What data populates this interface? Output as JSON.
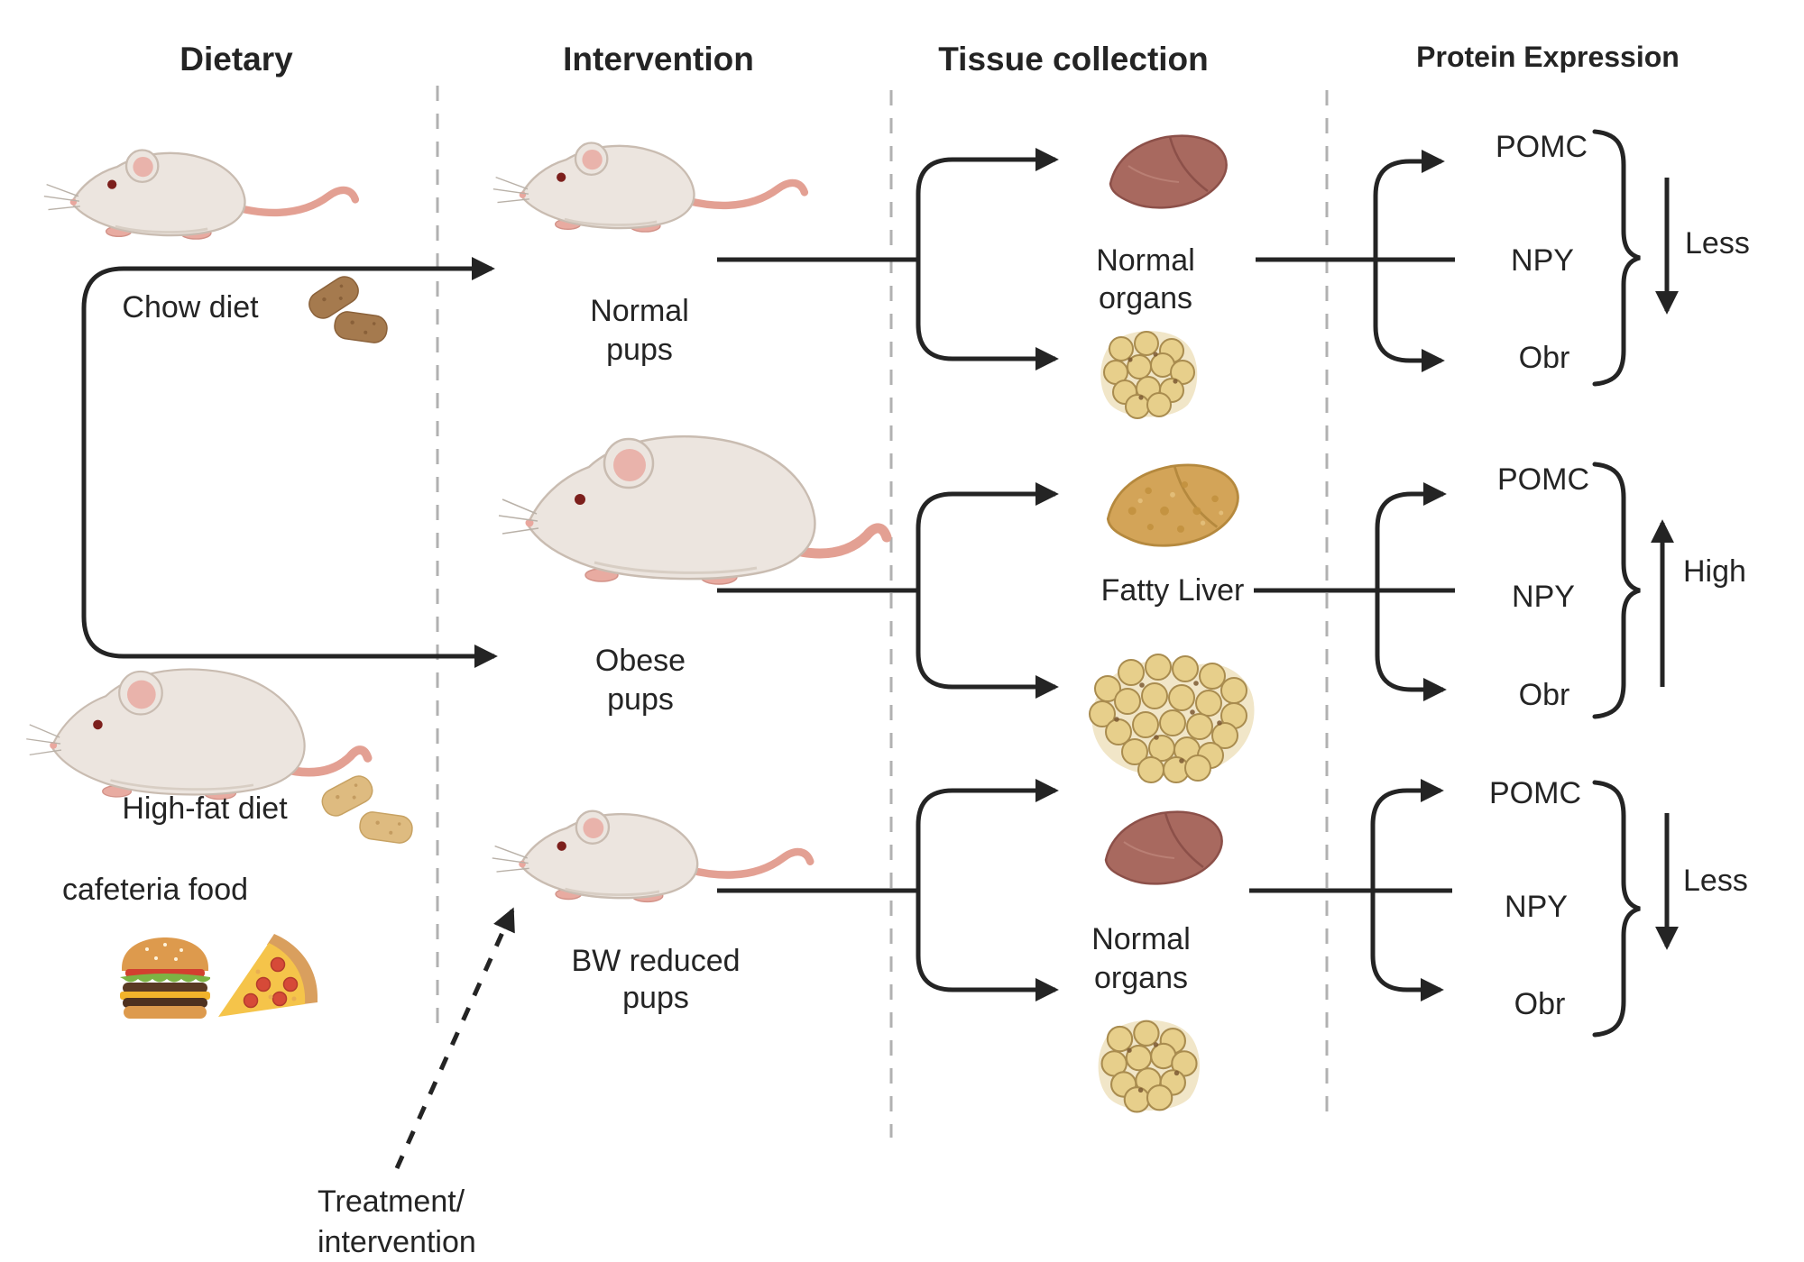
{
  "header": {
    "col1": "Dietary",
    "col2": "Intervention",
    "col3": "Tissue collection",
    "col4": "Protein Expression"
  },
  "dietary": {
    "chow_label": "Chow diet",
    "highfat_label": "High-fat diet",
    "cafeteria_label": "cafeteria food"
  },
  "intervention": {
    "row1": [
      "Normal",
      "pups"
    ],
    "row2": [
      "Obese",
      "pups"
    ],
    "row3": [
      "BW reduced",
      "pups"
    ],
    "treatment_note": [
      "Treatment/",
      "intervention"
    ]
  },
  "tissue": {
    "row1": [
      "Normal",
      "organs"
    ],
    "row2": "Fatty Liver",
    "row3": [
      "Normal",
      "organs"
    ]
  },
  "protein": {
    "row1": {
      "p1": "POMC",
      "p2": "NPY",
      "p3": "Obr",
      "change": "Less",
      "direction": "down"
    },
    "row2": {
      "p1": "POMC",
      "p2": "NPY",
      "p3": "Obr",
      "change": "High",
      "direction": "up"
    },
    "row3": {
      "p1": "POMC",
      "p2": "NPY",
      "p3": "Obr",
      "change": "Less",
      "direction": "down"
    }
  },
  "icons": {
    "mice": [
      "chow-mouse-icon",
      "normal-pups-mouse-icon",
      "obese-mouse-icon",
      "highfat-mouse-icon",
      "bw-reduced-mouse-icon"
    ],
    "foods": [
      "chow-pellets-icon",
      "highfat-pellets-icon",
      "burger-icon",
      "pizza-icon"
    ],
    "tissues": [
      "liver-icon",
      "fat-tissue-icon",
      "fatty-liver-icon",
      "fat-mass-icon",
      "liver-icon",
      "fat-tissue-icon"
    ],
    "arrows": [
      "flow-arrow",
      "branch-arrow",
      "brace-icon",
      "down-arrow-icon",
      "up-arrow-icon",
      "treatment-dashed-arrow-icon"
    ]
  },
  "colors": {
    "line": "#242424",
    "separator": "#b1b1b1",
    "mouse_body": "#ece5df",
    "mouse_pink": "#e8aba1",
    "liver": "#a8695f",
    "fatty_liver": "#d3a458",
    "fat_cell": "#e7cf8b",
    "chow_pellet": "#a57a4e",
    "highfat_pellet": "#debb80"
  }
}
